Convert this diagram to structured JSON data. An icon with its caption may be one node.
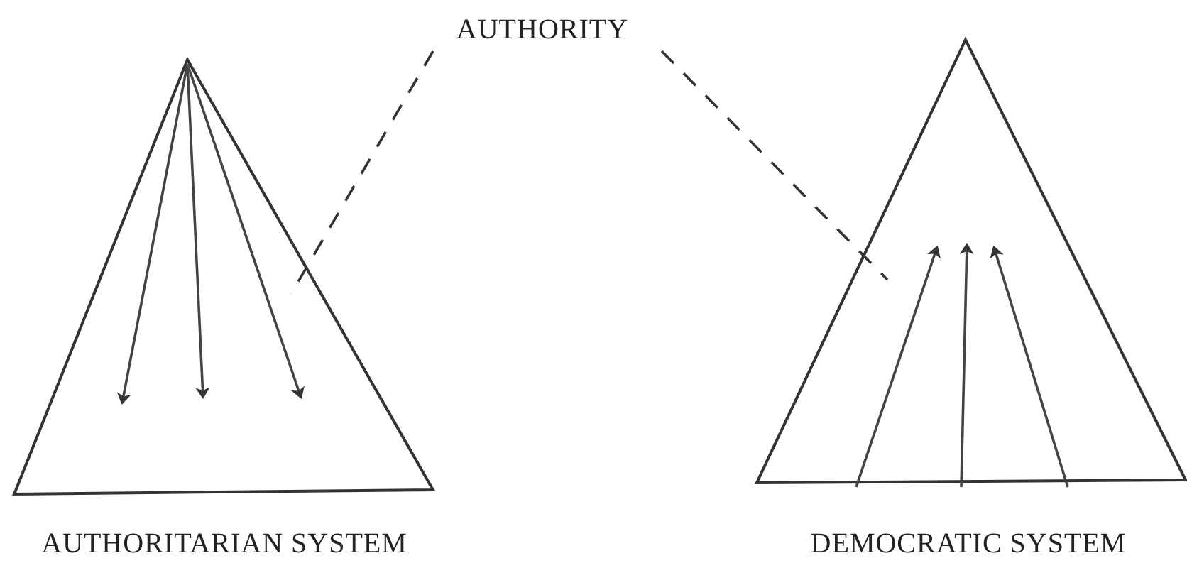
{
  "diagram": {
    "nodes": [
      {
        "text": [
          "AUTHORITY"
        ]
      },
      {
        "text": [
          "AUTHORITARIAN SYSTEM"
        ]
      },
      {
        "text": [
          "DEMOCRATIC SYSTEM"
        ]
      }
    ],
    "edges": [
      {
        "from": 0,
        "to": 1,
        "arrow": "none",
        "style": "dashed"
      },
      {
        "from": 0,
        "to": 2,
        "arrow": "none",
        "style": "dashed"
      }
    ]
  }
}
